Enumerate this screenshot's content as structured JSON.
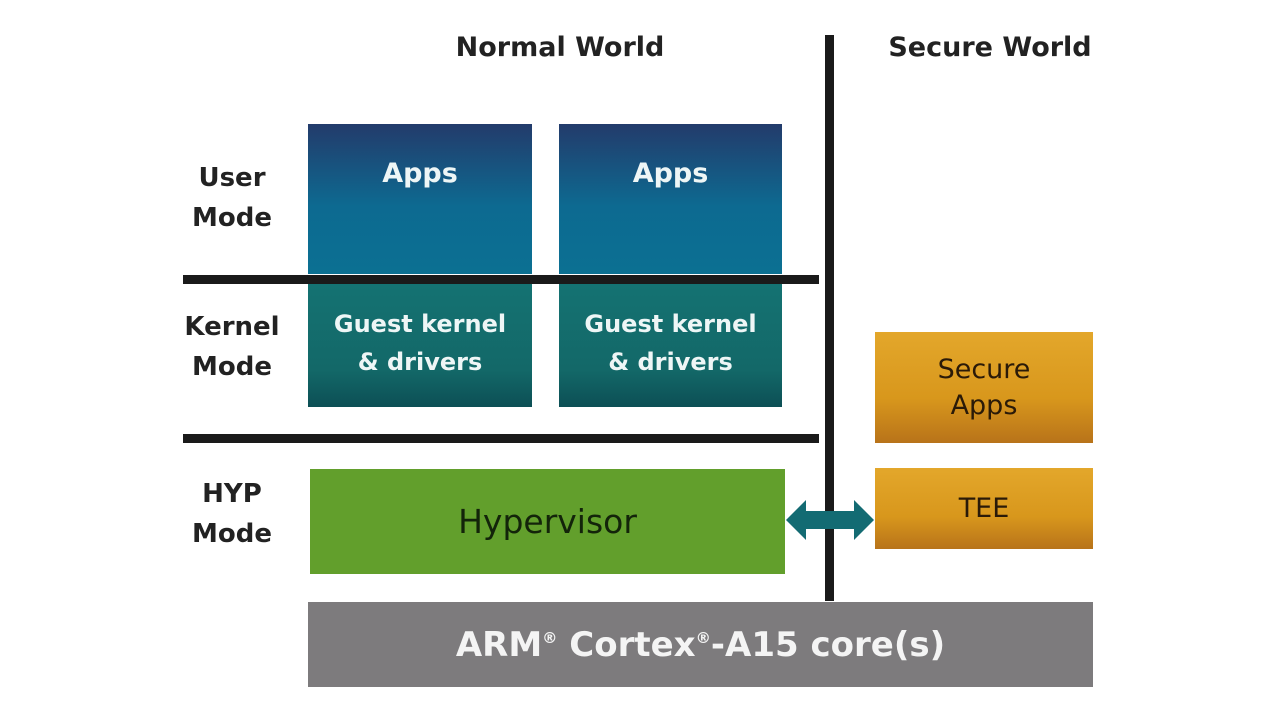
{
  "headers": {
    "normal_world": "Normal World",
    "secure_world": "Secure World"
  },
  "mode_labels": {
    "user": [
      "User",
      "Mode"
    ],
    "kernel": [
      "Kernel",
      "Mode"
    ],
    "hyp": [
      "HYP",
      "Mode"
    ]
  },
  "normal_world": {
    "vm1": {
      "apps": "Apps",
      "kernel": [
        "Guest kernel",
        "& drivers"
      ]
    },
    "vm2": {
      "apps": "Apps",
      "kernel": [
        "Guest kernel",
        "& drivers"
      ]
    },
    "hypervisor": "Hypervisor"
  },
  "secure_world": {
    "secure_apps": [
      "Secure",
      "Apps"
    ],
    "tee": "TEE"
  },
  "core": {
    "part1": "ARM",
    "reg1": "®",
    "part2": " Cortex",
    "reg2": "®",
    "part3": "-A15 core(s)"
  },
  "colors": {
    "apps_top": "#233b6b",
    "apps_bottom": "#0b7092",
    "kernel": "#147272",
    "hypervisor": "#629f2c",
    "secure": "#d8971c",
    "core": "#7d7b7d",
    "arrow": "#136b73",
    "divider": "#1a1a1a"
  }
}
